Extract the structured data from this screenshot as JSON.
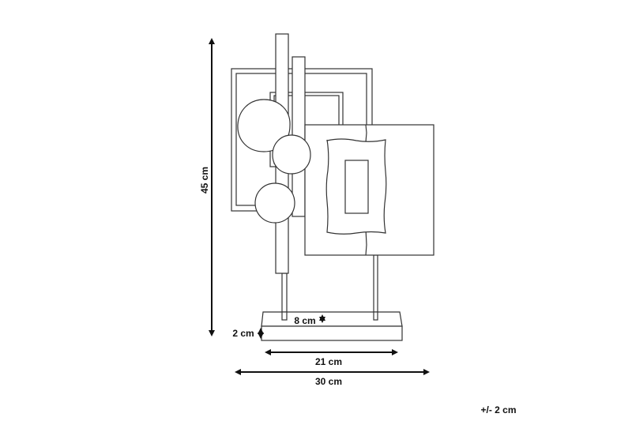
{
  "dimensions": {
    "height": "45 cm",
    "base_width": "21 cm",
    "total_width": "30 cm",
    "base_depth": "8 cm",
    "base_height": "2 cm",
    "tolerance": "+/- 2 cm"
  },
  "colors": {
    "line": "#333333",
    "arrow": "#111111",
    "background": "#ffffff"
  }
}
